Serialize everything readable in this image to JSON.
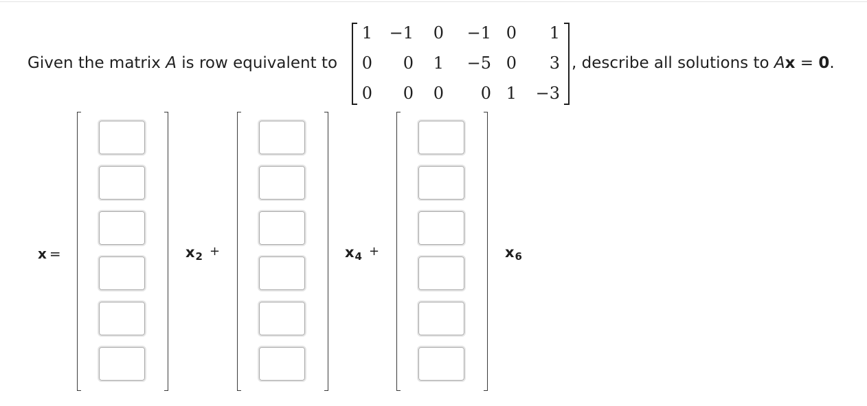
{
  "question": {
    "given_prefix": "Given the matrix ",
    "matrix_symbol": "A",
    "given_suffix": " is row equivalent to",
    "after_comma": ",",
    "describe_text": " describe all solutions to ",
    "eq_matrix": "A",
    "eq_vector": "x",
    "eq_equals": " = ",
    "eq_zero": "0",
    "eq_period": "."
  },
  "matrix": {
    "rows": [
      [
        "1",
        "−1",
        "0",
        "−1",
        "0",
        "1"
      ],
      [
        "0",
        "0",
        "1",
        "−5",
        "0",
        "3"
      ],
      [
        "0",
        "0",
        "0",
        "0",
        "1",
        "−3"
      ]
    ]
  },
  "answer": {
    "lhs_var": "x",
    "lhs_equals": "=",
    "vectors": [
      {
        "var": "x",
        "sub": "2",
        "op": "+",
        "entries": [
          "",
          "",
          "",
          "",
          "",
          ""
        ]
      },
      {
        "var": "x",
        "sub": "4",
        "op": "+",
        "entries": [
          "",
          "",
          "",
          "",
          "",
          ""
        ]
      },
      {
        "var": "x",
        "sub": "6",
        "op": "",
        "entries": [
          "",
          "",
          "",
          "",
          "",
          ""
        ]
      }
    ]
  }
}
